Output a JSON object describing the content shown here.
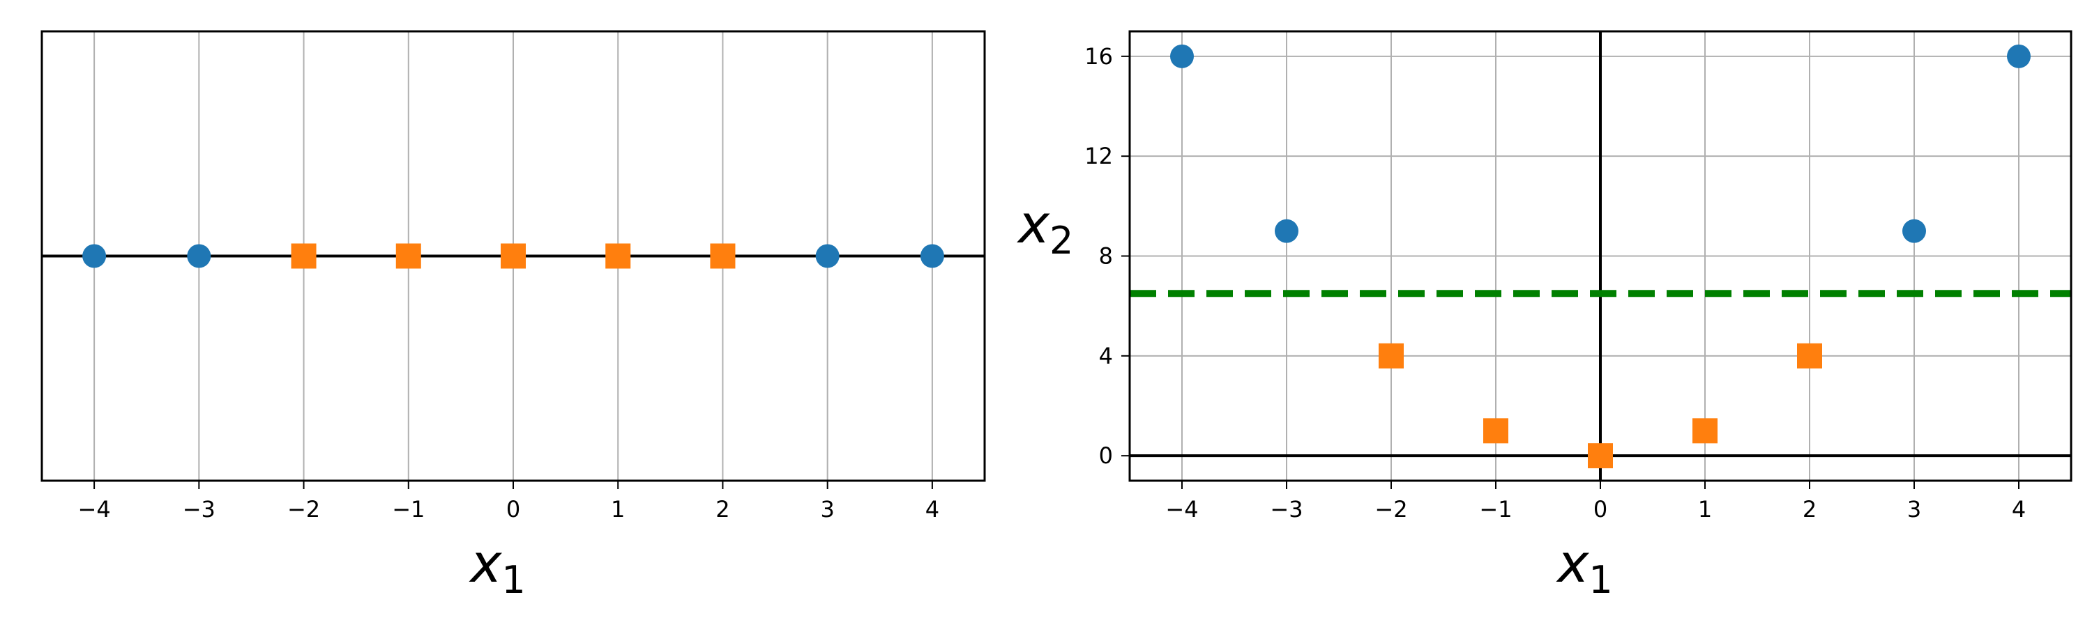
{
  "colors": {
    "class_a": "#1f77b4",
    "class_b": "#ff7f0e",
    "boundary": "#008000",
    "grid": "#b0b0b0",
    "axis": "#000000"
  },
  "chart_data": [
    {
      "type": "scatter",
      "xlabel": "x",
      "xlabel_sub": "1",
      "ylabel": "",
      "xlim": [
        -4.5,
        4.5
      ],
      "ylim": [
        -0.2,
        0.2
      ],
      "xticks": [
        -4,
        -3,
        -2,
        -1,
        0,
        1,
        2,
        3,
        4
      ],
      "xtick_labels": [
        "−4",
        "−3",
        "−2",
        "−1",
        "0",
        "1",
        "2",
        "3",
        "4"
      ],
      "yticks": [],
      "grid": "vertical",
      "zero_lines": [
        "y=0"
      ],
      "series": [
        {
          "marker": "circle",
          "color": "#1f77b4",
          "x": [
            -4,
            -3,
            3,
            4
          ],
          "y": [
            0,
            0,
            0,
            0
          ]
        },
        {
          "marker": "square",
          "color": "#ff7f0e",
          "x": [
            -2,
            -1,
            0,
            1,
            2
          ],
          "y": [
            0,
            0,
            0,
            0,
            0
          ]
        }
      ]
    },
    {
      "type": "scatter",
      "xlabel": "x",
      "xlabel_sub": "1",
      "ylabel": "x",
      "ylabel_sub": "2",
      "xlim": [
        -4.5,
        4.5
      ],
      "ylim": [
        -1,
        17
      ],
      "xticks": [
        -4,
        -3,
        -2,
        -1,
        0,
        1,
        2,
        3,
        4
      ],
      "xtick_labels": [
        "−4",
        "−3",
        "−2",
        "−1",
        "0",
        "1",
        "2",
        "3",
        "4"
      ],
      "yticks": [
        0,
        4,
        8,
        12,
        16
      ],
      "ytick_labels": [
        "0",
        "4",
        "8",
        "12",
        "16"
      ],
      "grid": "both",
      "zero_lines": [
        "y=0",
        "x=0"
      ],
      "series": [
        {
          "marker": "circle",
          "color": "#1f77b4",
          "x": [
            -4,
            -3,
            3,
            4
          ],
          "y": [
            16,
            9,
            9,
            16
          ]
        },
        {
          "marker": "square",
          "color": "#ff7f0e",
          "x": [
            -2,
            -1,
            0,
            1,
            2
          ],
          "y": [
            4,
            1,
            0,
            1,
            4
          ]
        }
      ],
      "hlines": [
        {
          "y": 6.5,
          "style": "dashed",
          "color": "#008000"
        }
      ]
    }
  ]
}
